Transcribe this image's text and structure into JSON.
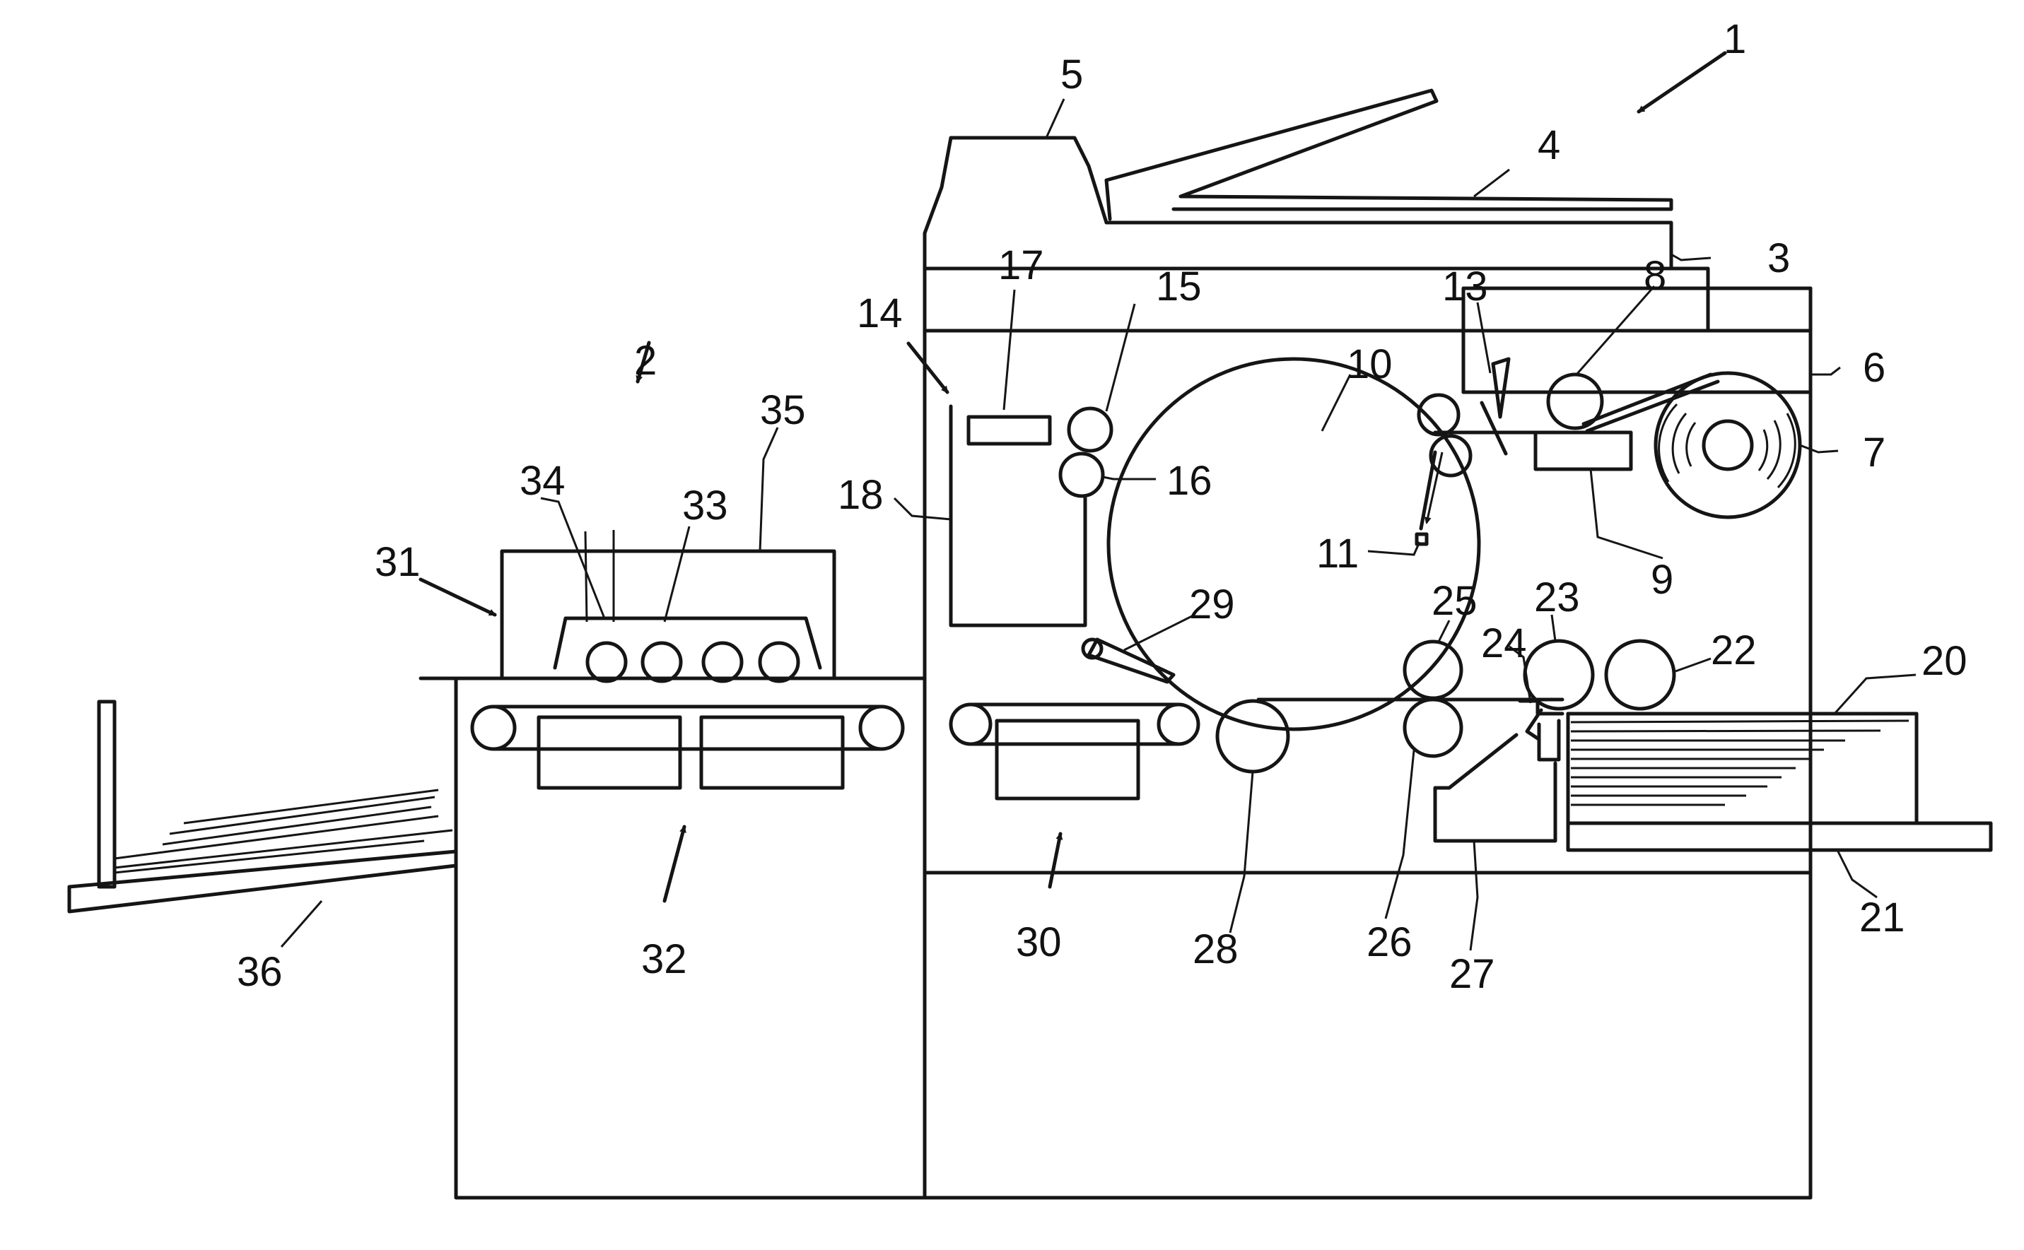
{
  "labels": {
    "l1": "1",
    "l2": "2",
    "l3": "3",
    "l4": "4",
    "l5": "5",
    "l6": "6",
    "l7": "7",
    "l8": "8",
    "l9": "9",
    "l10": "10",
    "l11": "11",
    "l13": "13",
    "l14": "14",
    "l15": "15",
    "l16": "16",
    "l17": "17",
    "l18": "18",
    "l20": "20",
    "l21": "21",
    "l22": "22",
    "l23": "23",
    "l24": "24",
    "l25": "25",
    "l26": "26",
    "l27": "27",
    "l28": "28",
    "l29": "29",
    "l30": "30",
    "l31": "31",
    "l32": "32",
    "l33": "33",
    "l34": "34",
    "l35": "35",
    "l36": "36"
  }
}
